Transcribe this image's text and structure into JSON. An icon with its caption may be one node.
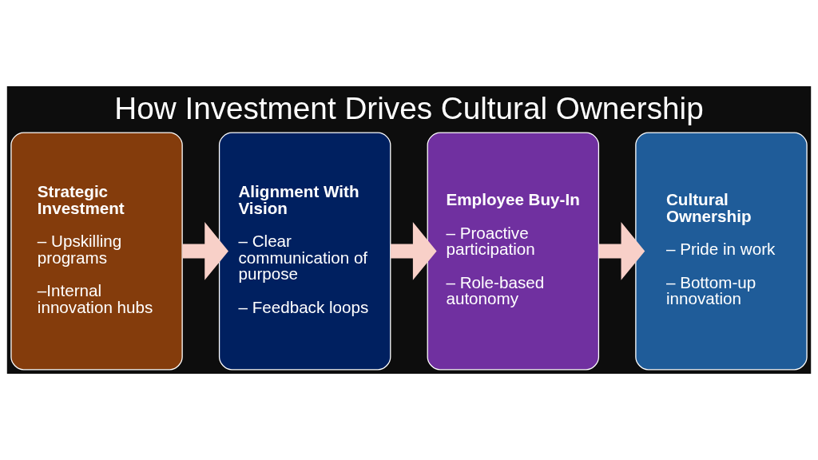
{
  "diagram": {
    "title": "How Investment Drives Cultural Ownership",
    "nodes": [
      {
        "text": [
          "Strategic Investment",
          "– Upskilling programs",
          "–Internal innovation hubs"
        ]
      },
      {
        "text": [
          "Alignment With Vision",
          "– Clear communication of purpose",
          "– Feedback loops"
        ]
      },
      {
        "text": [
          "Employee Buy-In",
          "– Proactive participation",
          "– Role-based autonomy"
        ]
      },
      {
        "text": [
          "Cultural Ownership",
          "– Pride in work",
          "– Bottom-up innovation"
        ]
      }
    ],
    "edges": [
      {
        "from": 0,
        "to": 1,
        "arrow": "to"
      },
      {
        "from": 1,
        "to": 2,
        "arrow": "to"
      },
      {
        "from": 2,
        "to": 3,
        "arrow": "to"
      }
    ]
  }
}
